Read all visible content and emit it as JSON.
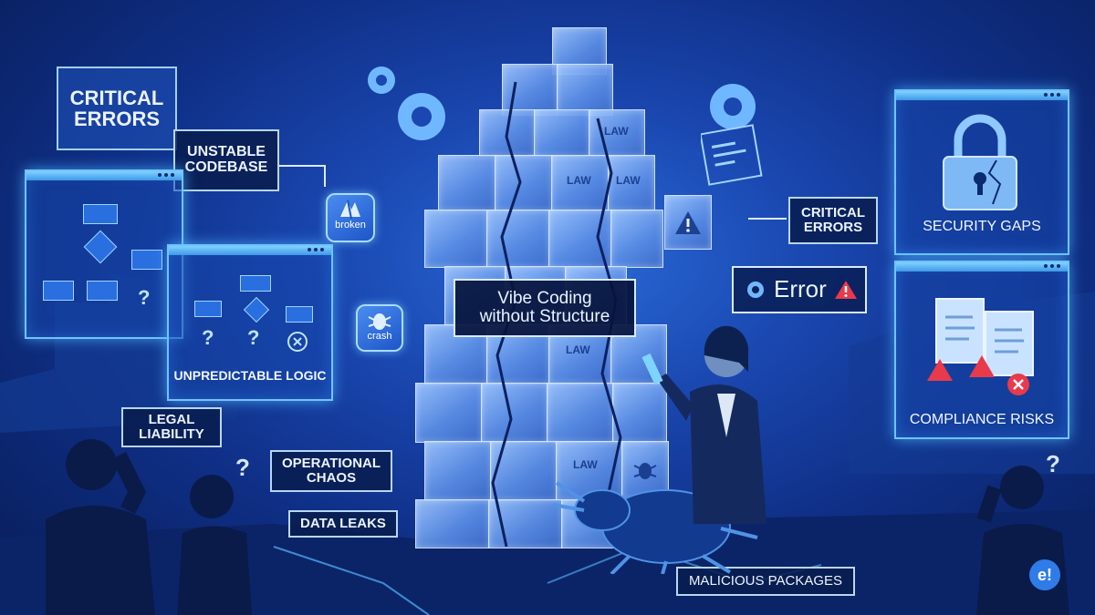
{
  "scene": {
    "center_title": "Vibe Coding\nwithout Structure",
    "labels": {
      "critical_errors_top_left": "CRITICAL\nERRORS",
      "unstable_codebase": "UNSTABLE\nCODEBASE",
      "unpredictable_logic": "UNPREDICTABLE LOGIC",
      "legal_liability": "LEGAL\nLIABILITY",
      "operational_chaos": "OPERATIONAL\nCHAOS",
      "data_leaks": "DATA LEAKS",
      "malicious_packages": "MALICIOUS PACKAGES",
      "critical_errors_right": "CRITICAL\nERRORS",
      "security_gaps": "SECURITY GAPS",
      "compliance_risks": "COMPLIANCE RISKS",
      "error_bubble": "Error"
    },
    "app_tiles": {
      "broken": "broken",
      "crash": "crash"
    },
    "cube_text": "LAW",
    "question_mark": "?",
    "brand_mark": "e!",
    "colors": {
      "background_center": "#2a6bd8",
      "background_edge": "#081c55",
      "glow": "#6fc3ff",
      "warning": "#e83a4a",
      "label_border": "#b8d6f2"
    }
  }
}
